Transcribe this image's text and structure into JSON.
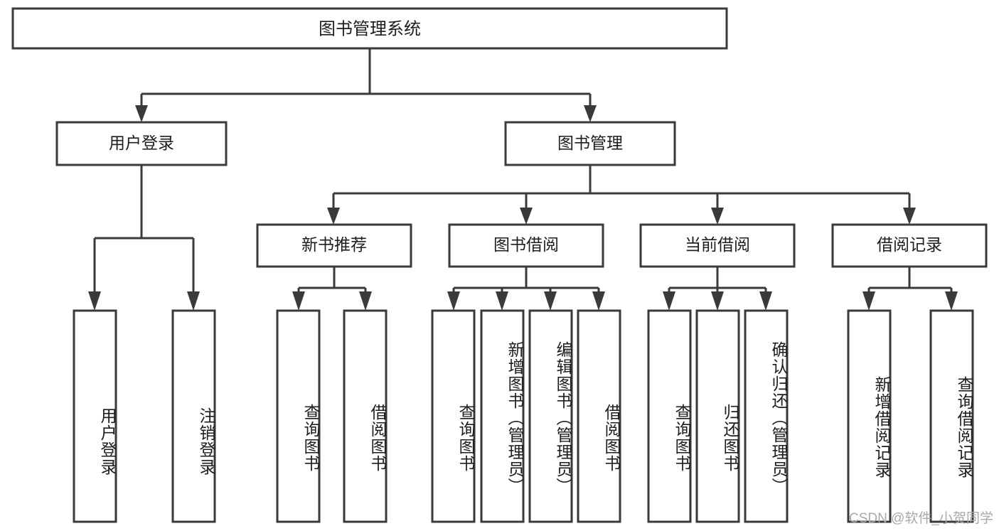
{
  "diagram": {
    "type": "tree-hierarchy",
    "title": "图书管理系统",
    "watermark": "CSDN @软件_小贺同学",
    "colors": {
      "stroke": "#3a3a3a",
      "fill": "#ffffff",
      "text": "#1d1d1d",
      "watermark": "#a9a9a9"
    },
    "root": {
      "label": "图书管理系统"
    },
    "level2": [
      {
        "label": "用户登录"
      },
      {
        "label": "图书管理"
      }
    ],
    "level3": [
      {
        "label": "新书推荐"
      },
      {
        "label": "图书借阅"
      },
      {
        "label": "当前借阅"
      },
      {
        "label": "借阅记录"
      }
    ],
    "leaves": {
      "user_login": [
        {
          "label": "用户登录"
        },
        {
          "label": "注销登录"
        }
      ],
      "new_book_recommend": [
        {
          "label": "查询图书"
        },
        {
          "label": "借阅图书"
        }
      ],
      "book_borrow": [
        {
          "label": "查询图书"
        },
        {
          "label": "新增图书（管理员）"
        },
        {
          "label": "编辑图书（管理员）"
        },
        {
          "label": "借阅图书"
        }
      ],
      "current_borrow": [
        {
          "label": "查询图书"
        },
        {
          "label": "归还图书"
        },
        {
          "label": "确认归还（管理员）"
        }
      ],
      "borrow_record": [
        {
          "label": "新增借阅记录"
        },
        {
          "label": "查询借阅记录"
        }
      ]
    }
  }
}
